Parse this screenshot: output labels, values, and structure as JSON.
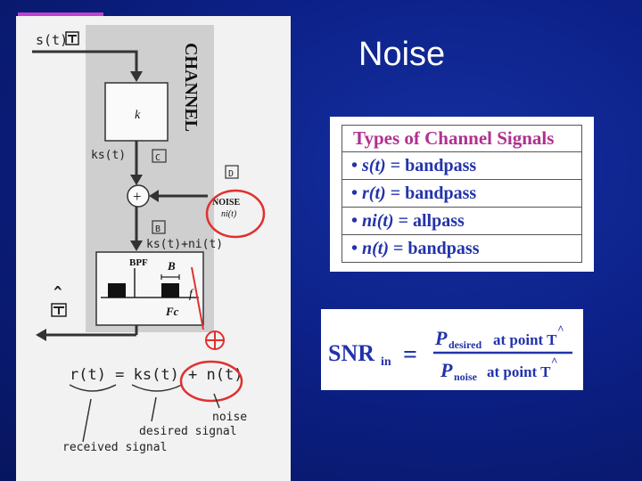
{
  "slide": {
    "title": "Noise"
  },
  "channel_diagram": {
    "input_label": "s(t)",
    "channel_label": "CHANNEL",
    "gain_label": "k",
    "after_gain_label": "ks(t)",
    "point_c": "C",
    "point_d": "D",
    "point_b": "B",
    "sum_symbol": "+",
    "noise_label": "NOISE",
    "noise_sub": "ni(t)",
    "after_sum_label": "ks(t)+ni(t)",
    "bpf_label": "BPF",
    "bandwidth_label": "B",
    "freq_label": "f",
    "center_label": "Fc",
    "output_hat": "^",
    "output_point": "T",
    "equation_r": "r(t) = ks(t) + n(t)",
    "annot_received": "received signal",
    "annot_desired": "desired signal",
    "annot_noise": "noise"
  },
  "signal_table": {
    "header": "Types of Channel Signals",
    "rows": [
      {
        "bullet": "•",
        "signal": "s(t)",
        "eq": " = ",
        "type": "bandpass"
      },
      {
        "bullet": "•",
        "signal": "r(t)",
        "eq": " = ",
        "type": "bandpass"
      },
      {
        "bullet": "•",
        "signal": "ni(t)",
        "eq": " = ",
        "type": "allpass"
      },
      {
        "bullet": "•",
        "signal": "n(t)",
        "eq": " = ",
        "type": "bandpass"
      }
    ]
  },
  "snr_formula": {
    "lhs": "SNR",
    "lhs_sub": "in",
    "equals": "=",
    "num_p": "P",
    "num_sub": "desired",
    "num_text": "at point T",
    "den_p": "P",
    "den_sub": "noise",
    "den_text": "at point T",
    "hat": "^"
  },
  "colors": {
    "background": "#0c2088",
    "table_text": "#2233aa",
    "table_header": "#b03090",
    "highlight_red": "#e03030"
  }
}
